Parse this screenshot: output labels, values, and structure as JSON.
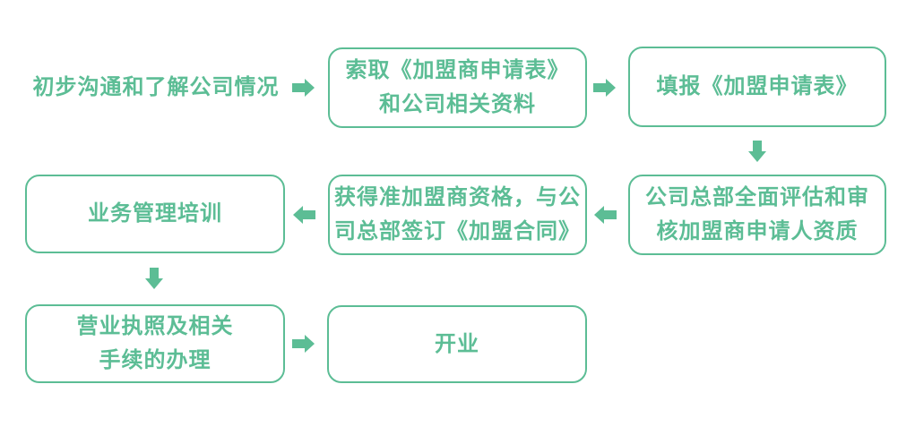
{
  "colors": {
    "accent": "#5cbd95",
    "background": "#ffffff"
  },
  "nodes": {
    "step1": {
      "label": "初步沟通和了解公司情况"
    },
    "step2": {
      "label": "索取《加盟商申请表》\n和公司相关资料"
    },
    "step3": {
      "label": "填报《加盟申请表》"
    },
    "step4": {
      "label": "公司总部全面评估和审\n核加盟商申请人资质"
    },
    "step5": {
      "label": "获得准加盟商资格，与公\n司总部签订《加盟合同》"
    },
    "step6": {
      "label": "业务管理培训"
    },
    "step7": {
      "label": "营业执照及相关\n手续的办理"
    },
    "step8": {
      "label": "开业"
    }
  },
  "icons": {
    "arrow_right": "➡",
    "arrow_left": "⬅",
    "arrow_down": "⬇"
  }
}
